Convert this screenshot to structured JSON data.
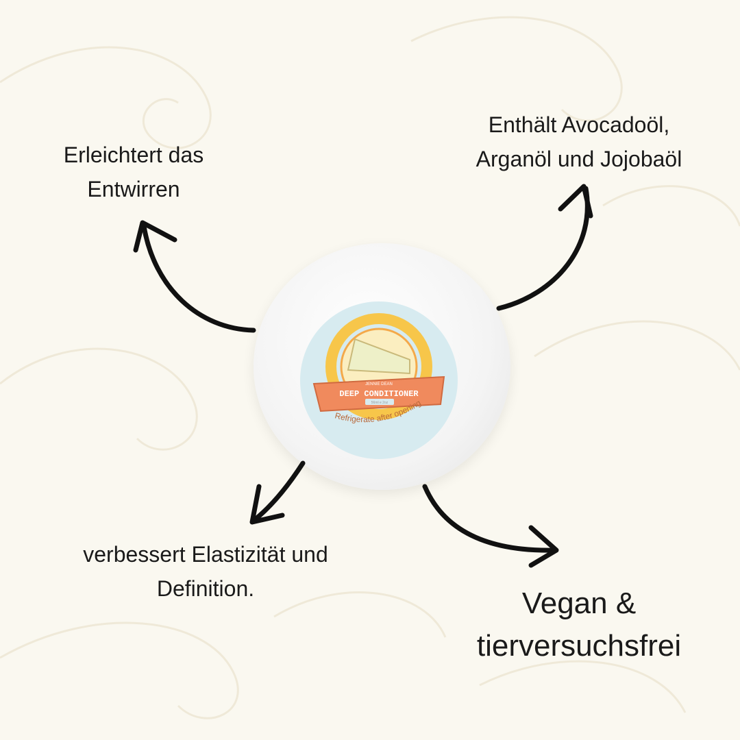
{
  "features": [
    {
      "text_lines": [
        "Erleichtert das",
        "Entwirren"
      ]
    },
    {
      "text_lines": [
        "Enthält Avocadoöl,",
        "Arganöl und Jojobaöl"
      ]
    },
    {
      "text_lines": [
        "verbessert Elastizität und",
        "Definition."
      ]
    },
    {
      "text_lines": [
        "Vegan &",
        "tierversuchsfrei"
      ]
    }
  ],
  "product": {
    "brand": "JENNIE DEAN",
    "name": "DEEP CONDITIONER",
    "size": "56ml e 2oz",
    "note": "Refrigerate after opening"
  },
  "colors": {
    "background": "#faf8f0",
    "arrow": "#111111",
    "label_blue": "#d7ebf0",
    "banner": "#f08a5d",
    "ring": "#f7c64a"
  }
}
